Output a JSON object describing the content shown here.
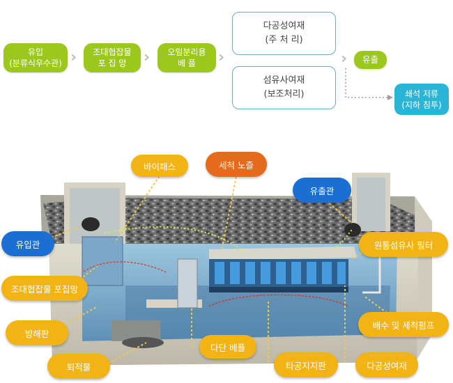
{
  "flow": {
    "step1": "유입\n(분류식우수관)",
    "step2": "조대협잡물\n포 집 망",
    "step3": "오일분리용\n베    플",
    "step4a": "다공성여재\n(주 처 리)",
    "step4b": "섬유사여재\n(보조처리)",
    "out": "유출",
    "infil": "쇄석 저류\n(지하 침투)"
  },
  "labels": {
    "bypass": "바이패스",
    "wash": "세척 노즐",
    "outlet_pipe": "유출관",
    "inlet_pipe": "유입관",
    "fiber_filter": "원통섬유사 필터",
    "coarse_screen": "조대협잡물 포집망",
    "baffle": "방해판",
    "drain_pump": "배수 및 세척펌프",
    "sediment": "퇴적물",
    "multi_baffle": "다단 베플",
    "perf_plate": "타공지지판",
    "porous": "다공성여재"
  },
  "colors": {
    "green": "#9cc81e",
    "cyan": "#2ab5d6",
    "yellow": "#f2b315",
    "orange": "#e46a1c",
    "blue": "#1b6fd2"
  }
}
